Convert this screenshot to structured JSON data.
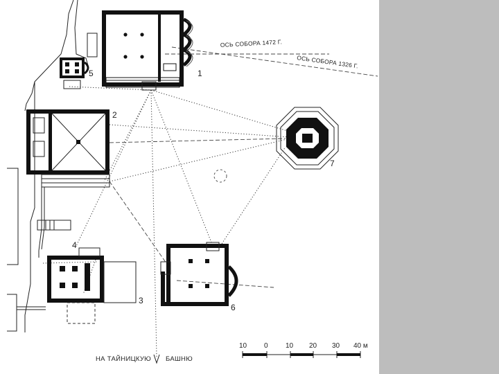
{
  "axes": {
    "axis_1472": "ОСЬ СОБОРА 1472 Г.",
    "axis_1326": "ОСЬ СОБОРА 1326 Г."
  },
  "building_numbers": {
    "n1": "1",
    "n2": "2",
    "n3": "3",
    "n4": "4",
    "n5": "5",
    "n6": "6",
    "n7": "7"
  },
  "direction_caption": {
    "left": "НА ТАЙНИЦКУЮ",
    "right": "БАШНЮ"
  },
  "scale_bar": {
    "labels": [
      "10",
      "0",
      "10",
      "20",
      "30",
      "40 м"
    ]
  },
  "colors": {
    "ink": "#111111",
    "panel": "#bdbdbd",
    "background": "#ffffff"
  }
}
